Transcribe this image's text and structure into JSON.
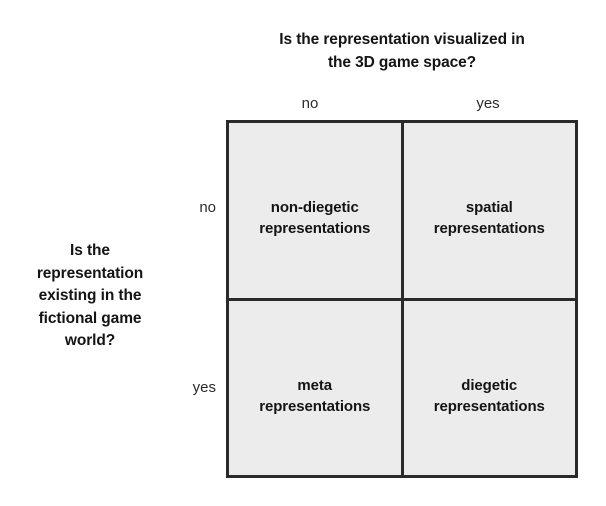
{
  "figure": {
    "column_axis": {
      "title_lines": [
        "Is the representation visualized in",
        "the 3D game space?"
      ],
      "values": [
        "no",
        "yes"
      ]
    },
    "row_axis": {
      "title_lines": [
        "Is the",
        "representation",
        "existing in the",
        "fictional game",
        "world?"
      ],
      "values": [
        "no",
        "yes"
      ]
    },
    "cells": [
      {
        "row": "no",
        "column": "no",
        "lines": [
          "non-diegetic",
          "representations"
        ],
        "label": "non-diegetic representations"
      },
      {
        "row": "no",
        "column": "yes",
        "lines": [
          "spatial",
          "representations"
        ],
        "label": "spatial representations"
      },
      {
        "row": "yes",
        "column": "no",
        "lines": [
          "meta",
          "representations"
        ],
        "label": "meta representations"
      },
      {
        "row": "yes",
        "column": "yes",
        "lines": [
          "diegetic",
          "representations"
        ],
        "label": "diegetic representations"
      }
    ],
    "colors": {
      "background": "#ffffff",
      "cell_fill": "#ececec",
      "grid_line": "#2a2a2a",
      "text": "#141414"
    }
  }
}
